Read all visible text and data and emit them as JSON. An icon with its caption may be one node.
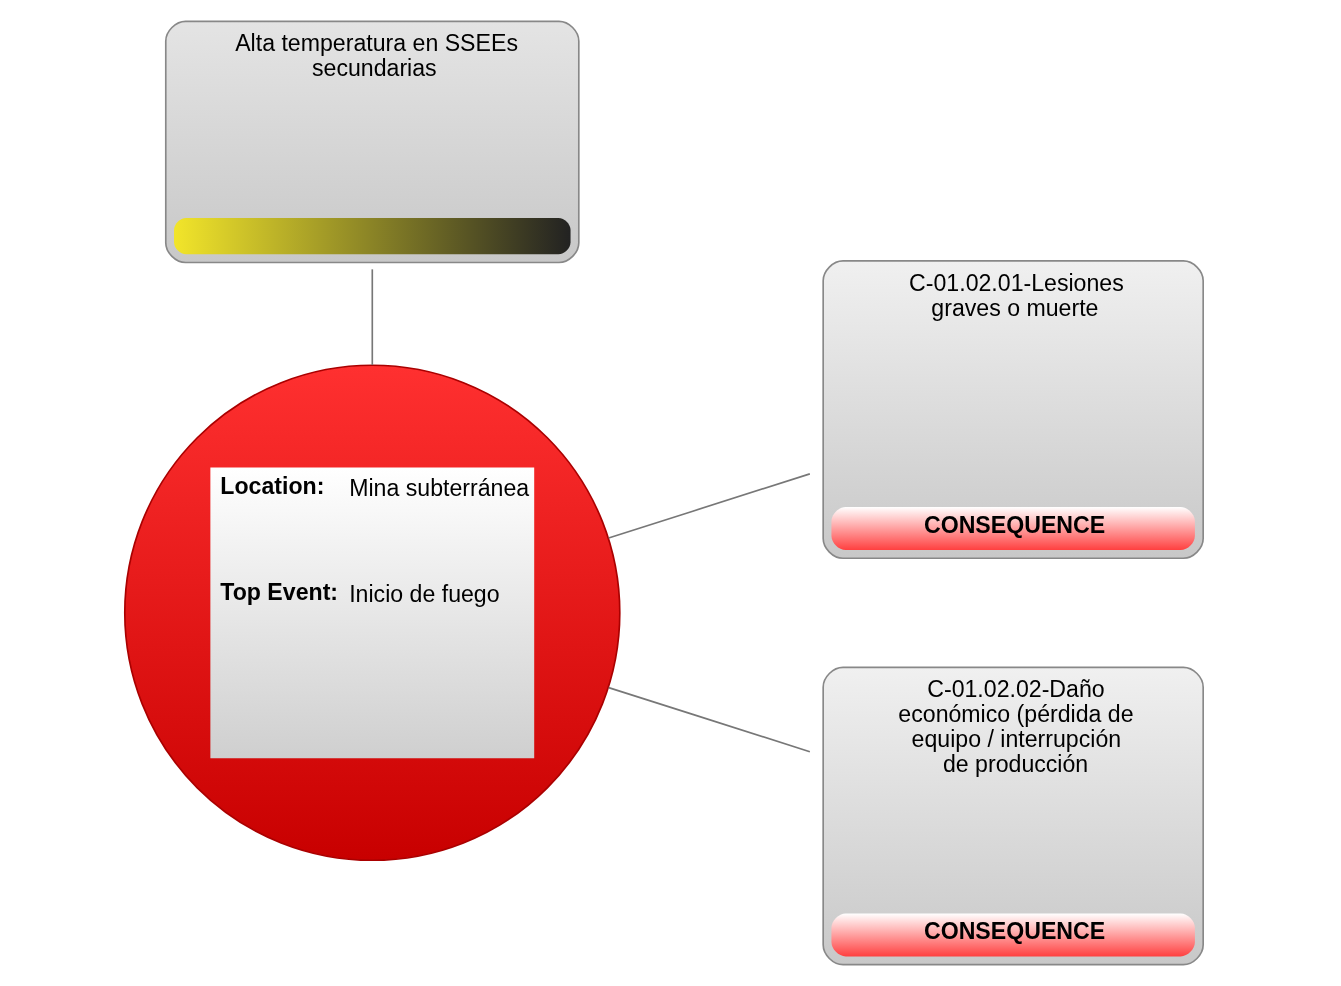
{
  "diagram": {
    "nodes": [
      {
        "text": [
          "Alta temperatura en SSEEs secundarias"
        ]
      },
      {
        "text": [
          "Location:",
          "Mina subterránea",
          "Top Event:",
          "Inicio de fuego"
        ]
      },
      {
        "text": [
          "C-01.02.01-Lesiones graves o muerte",
          "CONSEQUENCE"
        ]
      },
      {
        "text": [
          "C-01.02.02-Daño económico (pérdida de equipo / interrupción de producción",
          "CONSEQUENCE"
        ]
      }
    ],
    "edges": [
      {
        "from": 0,
        "to": 1,
        "arrow": "none"
      },
      {
        "from": 1,
        "to": 2,
        "arrow": "none"
      },
      {
        "from": 1,
        "to": 3,
        "arrow": "none"
      }
    ]
  }
}
